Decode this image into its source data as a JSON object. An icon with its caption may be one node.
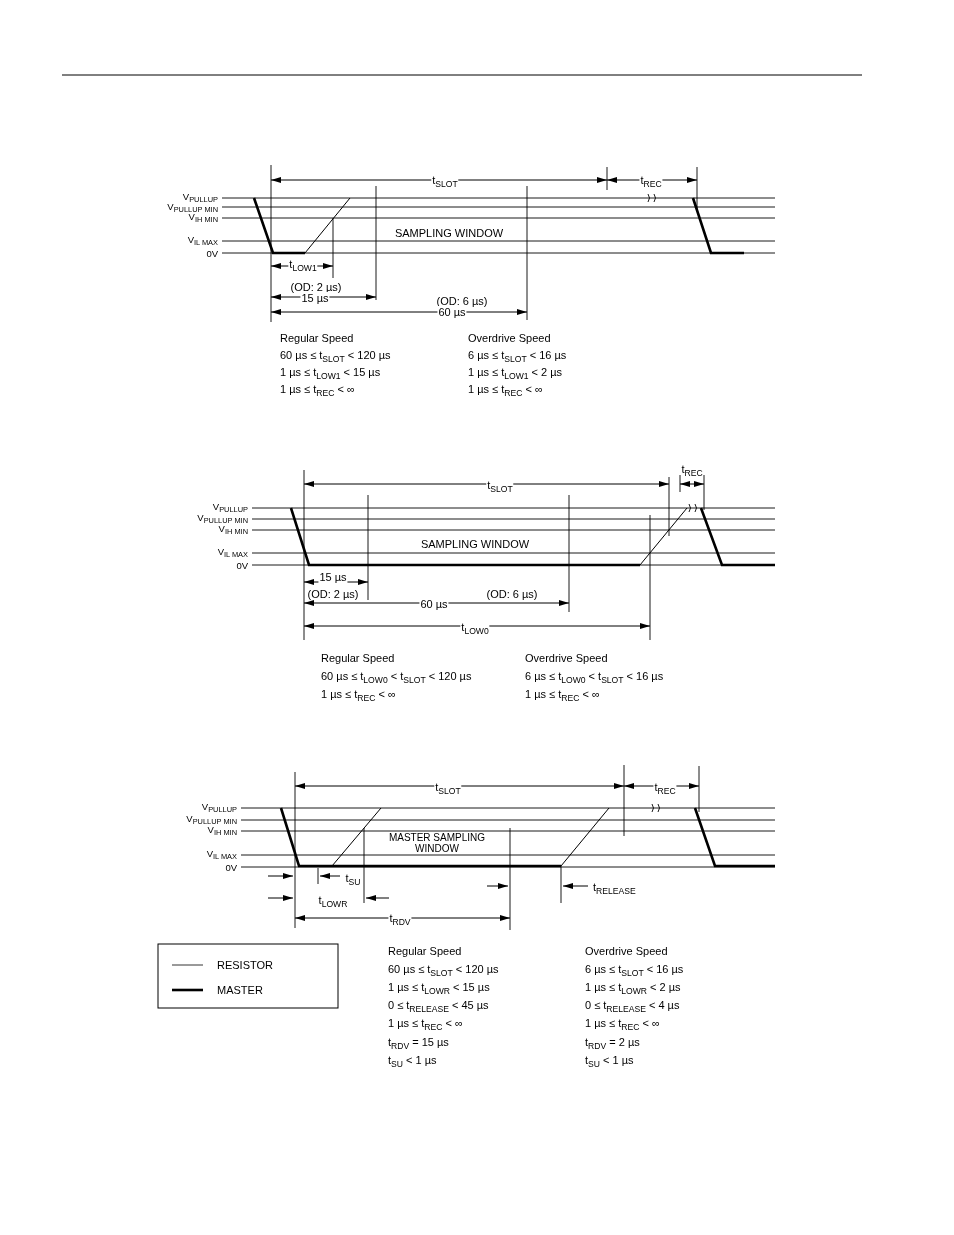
{
  "diagram": {
    "labels": [
      "t$_{SLOT}$",
      "t$_{REC}$",
      "V$_{PULLUP}$",
      "V$_{PULLUP MIN}$",
      "V$_{IH MIN}$",
      "V$_{IL MAX}$",
      "0V",
      "SAMPLING WINDOW",
      "t$_{LOW1}$",
      "(OD: 2 µs)",
      "15 µs",
      "(OD: 6 µs)",
      "60 µs",
      "Regular Speed",
      "Overdrive Speed",
      "60 µs ≤ t$_{SLOT}$ < 120 µs",
      "6 µs ≤ t$_{SLOT}$ < 16 µs",
      "1 µs ≤ t$_{LOW1}$ < 15 µs",
      "1 µs ≤ t$_{LOW1}$ < 2 µs",
      "1 µs ≤ t$_{REC}$ < ∞",
      "1 µs ≤ t$_{REC}$ < ∞",
      "t$_{REC}$",
      "t$_{SLOT}$",
      "V$_{PULLUP}$",
      "V$_{PULLUP MIN}$",
      "V$_{IH MIN}$",
      "V$_{IL MAX}$",
      "0V",
      "SAMPLING WINDOW",
      "15 µs",
      "(OD: 2 µs)",
      "(OD: 6 µs)",
      "60 µs",
      "t$_{LOW0}$",
      "Regular Speed",
      "Overdrive Speed",
      "60 µs ≤ t$_{LOW0}$ < t$_{SLOT}$ < 120 µs",
      "6 µs ≤ t$_{LOW0}$ < t$_{SLOT}$ < 16 µs",
      "1 µs ≤ t$_{REC}$ < ∞",
      "1 µs ≤ t$_{REC}$ < ∞",
      "t$_{SLOT}$",
      "t$_{REC}$",
      "V$_{PULLUP}$",
      "V$_{PULLUP MIN}$",
      "V$_{IH MIN}$",
      "V$_{IL MAX}$",
      "0V",
      "MASTER SAMPLING WINDOW",
      "t$_{SU}$",
      "t$_{RELEASE}$",
      "t$_{LOWR}$",
      "t$_{RDV}$",
      "Regular Speed",
      "Overdrive Speed",
      "60 µs ≤ t$_{SLOT}$ < 120 µs",
      "6 µs ≤ t$_{SLOT}$ < 16 µs",
      "1 µs ≤ t$_{LOWR}$ < 15 µs",
      "1 µs ≤ t$_{LOWR}$ < 2 µs",
      "0 ≤ t$_{RELEASE}$ < 45 µs",
      "0 ≤ t$_{RELEASE}$ < 4 µs",
      "1 µs ≤ t$_{REC}$ < ∞",
      "1 µs ≤ t$_{REC}$ < ∞",
      "t$_{RDV}$ = 15 µs",
      "t$_{RDV}$ = 2 µs",
      "t$_{SU}$ < 1 µs",
      "t$_{SU}$ < 1 µs"
    ],
    "legend": [
      {
        "text": "RESISTOR"
      },
      {
        "text": "MASTER"
      }
    ]
  }
}
